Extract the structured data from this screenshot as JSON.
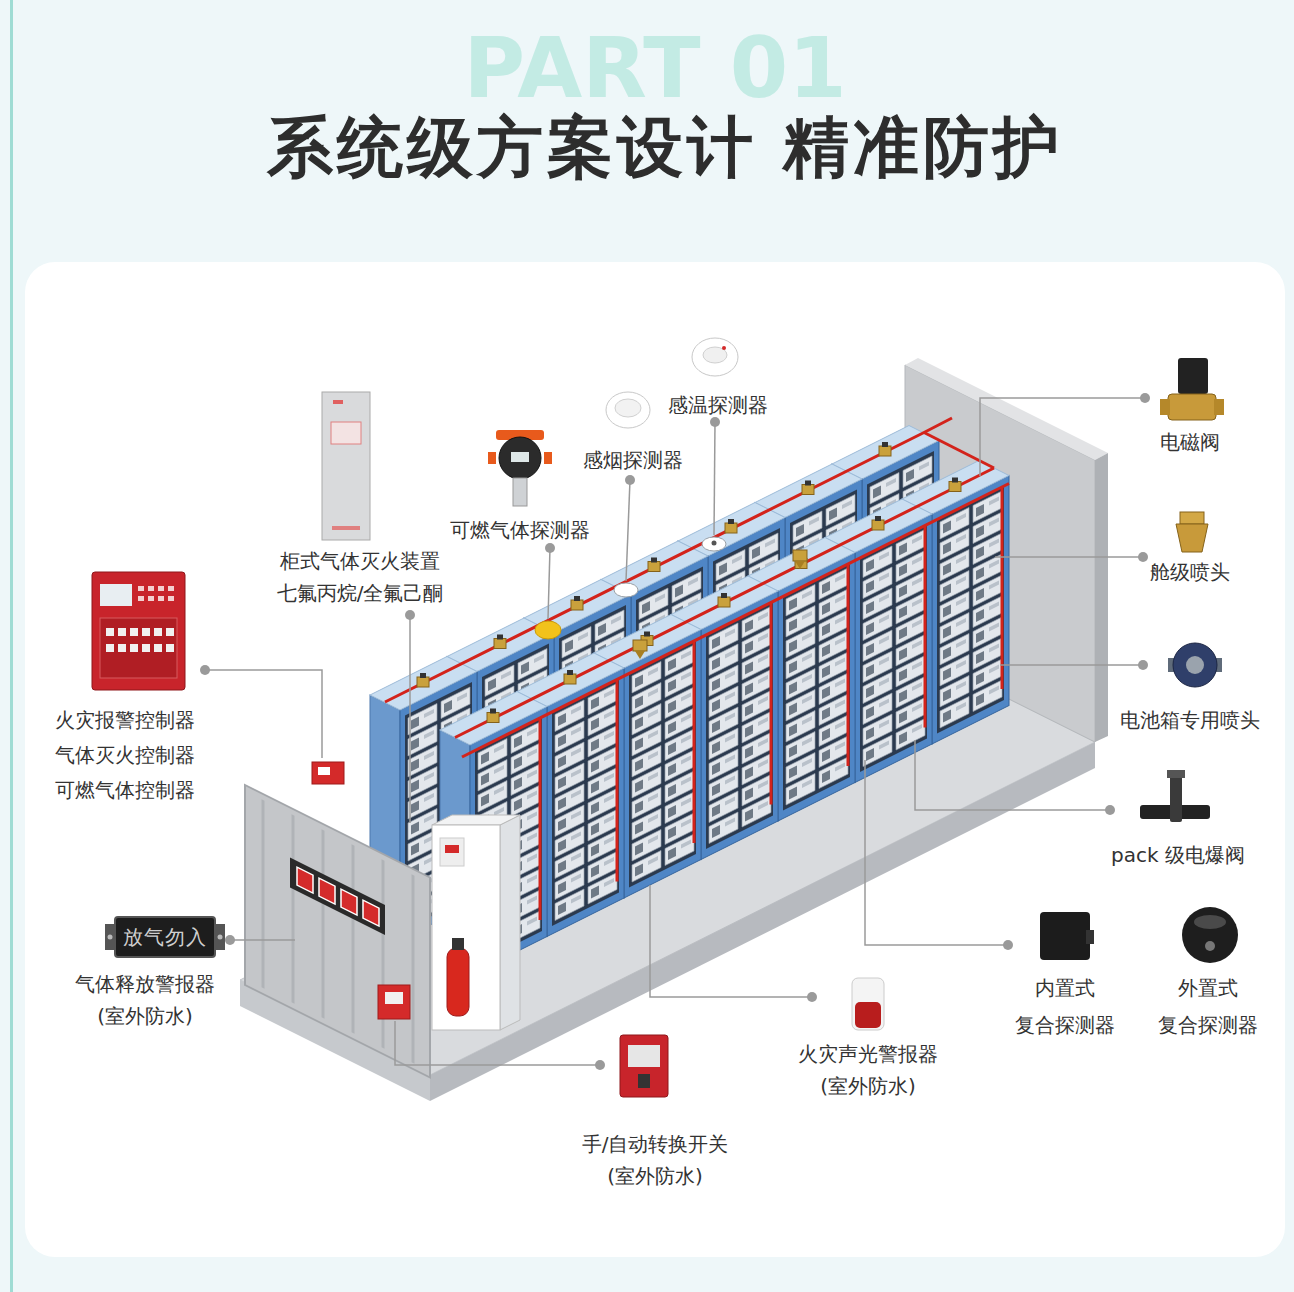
{
  "diagram": {
    "title": "系统级方案设计 精准防护",
    "nodes": [
      {
        "text": [
          "放气勿入"
        ]
      }
    ],
    "labels": [
      "PART 01",
      "感温探测器",
      "感烟探测器",
      "可燃气体探测器",
      "柜式气体灭火装置 七氟丙烷/全氟己酮",
      "火灾报警控制器 气体灭火控制器 可燃气体控制器",
      "电磁阀",
      "舱级喷头",
      "电池箱专用喷头",
      "pack 级电爆阀",
      "内置式 复合探测器",
      "外置式 复合探测器",
      "火灾声光警报器 (室外防水)",
      "手/自动转换开关 (室外防水)",
      "气体释放警报器 (室外防水)"
    ]
  }
}
